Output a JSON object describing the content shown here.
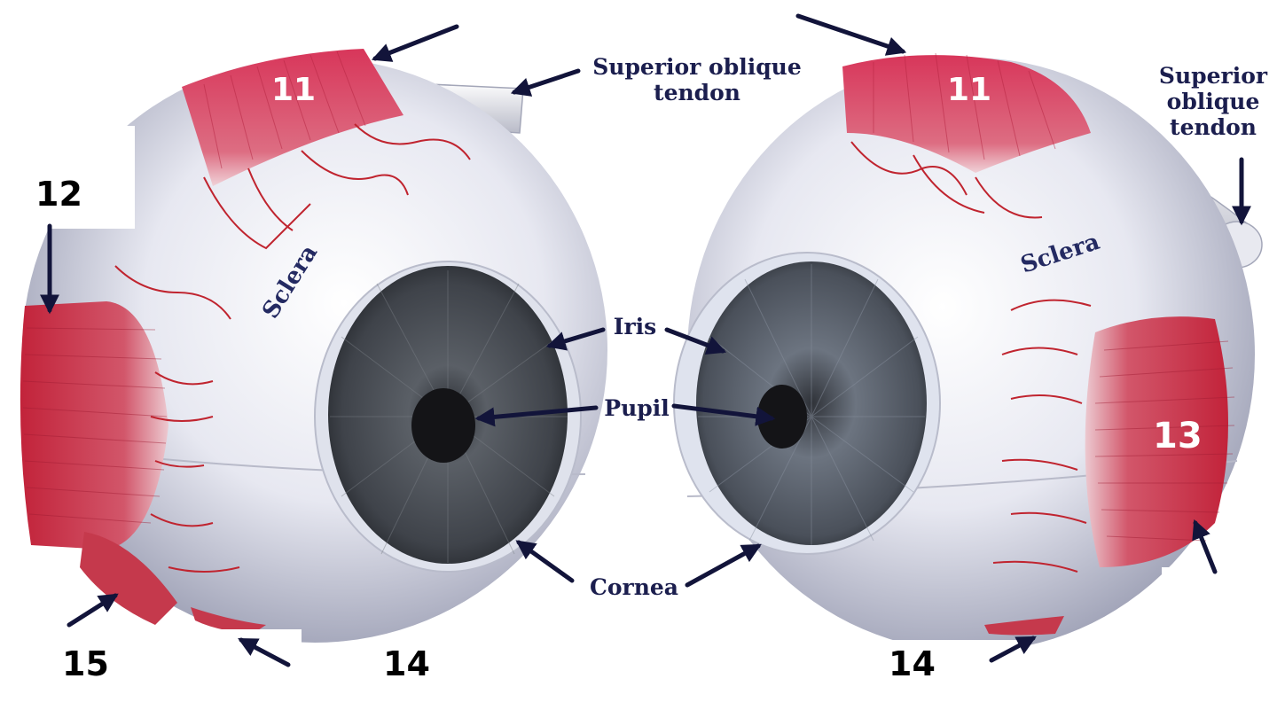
{
  "labels": {
    "superior_oblique_tendon_left": "Superior oblique tendon",
    "superior_oblique_tendon_left_line1": "Superior oblique",
    "superior_oblique_tendon_left_line2": "tendon",
    "superior_oblique_tendon_right_line1": "Superior",
    "superior_oblique_tendon_right_line2": "oblique",
    "superior_oblique_tendon_right_line3": "tendon",
    "iris": "Iris",
    "pupil": "Pupil",
    "cornea": "Cornea",
    "sclera_left": "Sclera",
    "sclera_right": "Sclera"
  },
  "numbers": {
    "left_top_muscle": "11",
    "right_top_muscle": "11",
    "left_side_box": "12",
    "right_side_muscle": "13",
    "left_bottom_a": "15",
    "left_bottom_b": "14",
    "right_bottom": "14"
  },
  "colors": {
    "label_text": "#1b1e4e",
    "muscle": "#c4303f",
    "sclera": "#e6e7ef",
    "iris": "#4a4f57",
    "arrow": "#12143a",
    "background": "#ffffff"
  }
}
